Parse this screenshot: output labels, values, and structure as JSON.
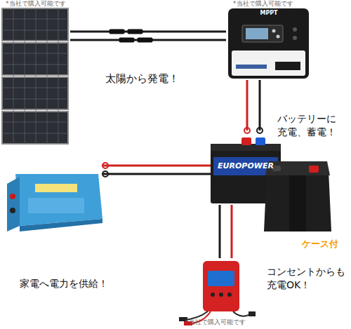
{
  "diagram": {
    "nodes": [
      {
        "text": [
          "*当社で購入可能です"
        ]
      },
      {
        "text": [
          "*当社で購入可能です",
          "MPPT"
        ]
      },
      {
        "text": [
          "EUROPOWER"
        ]
      },
      {
        "text": [
          "*当社で購入可能です"
        ]
      }
    ],
    "edges": [
      {
        "from": 0,
        "to": 1,
        "arrow": "none"
      },
      {
        "from": 1,
        "to": 2,
        "arrow": "none"
      },
      {
        "from": 2,
        "to": 3,
        "arrow": "none"
      }
    ],
    "labels": [
      "太陽から発電！",
      "バッテリーに 充電、蓄電！",
      "ケース付",
      "コンセントからも 充電OK！",
      "家電へ電力を供給！"
    ]
  }
}
